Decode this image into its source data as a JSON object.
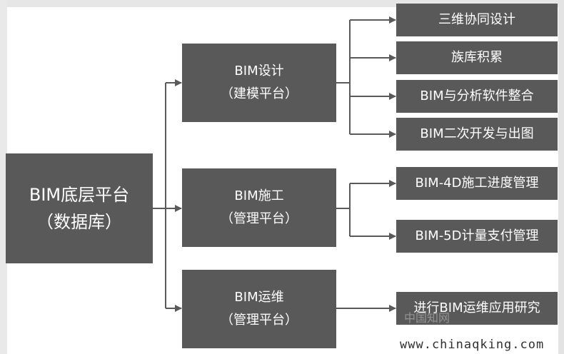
{
  "diagram": {
    "root": {
      "line1": "BIM底层平台",
      "line2": "（数据库）"
    },
    "middle": [
      {
        "line1": "BIM设计",
        "line2": "（建模平台）"
      },
      {
        "line1": "BIM施工",
        "line2": "（管理平台）"
      },
      {
        "line1": "BIM运维",
        "line2": "（管理平台）"
      }
    ],
    "leaves": [
      "三维协同设计",
      "族库积累",
      "BIM与分析软件整合",
      "BIM二次开发与出图",
      "BIM-4D施工进度管理",
      "BIM-5D计量支付管理",
      "进行BIM运维应用研究"
    ]
  },
  "watermark": {
    "url": "www.chinaqking.com",
    "cn": "中国知网"
  },
  "colors": {
    "box": "#595959",
    "box_text": "#ffffff",
    "connector": "#5a5a5a",
    "background": "#ffffff"
  }
}
